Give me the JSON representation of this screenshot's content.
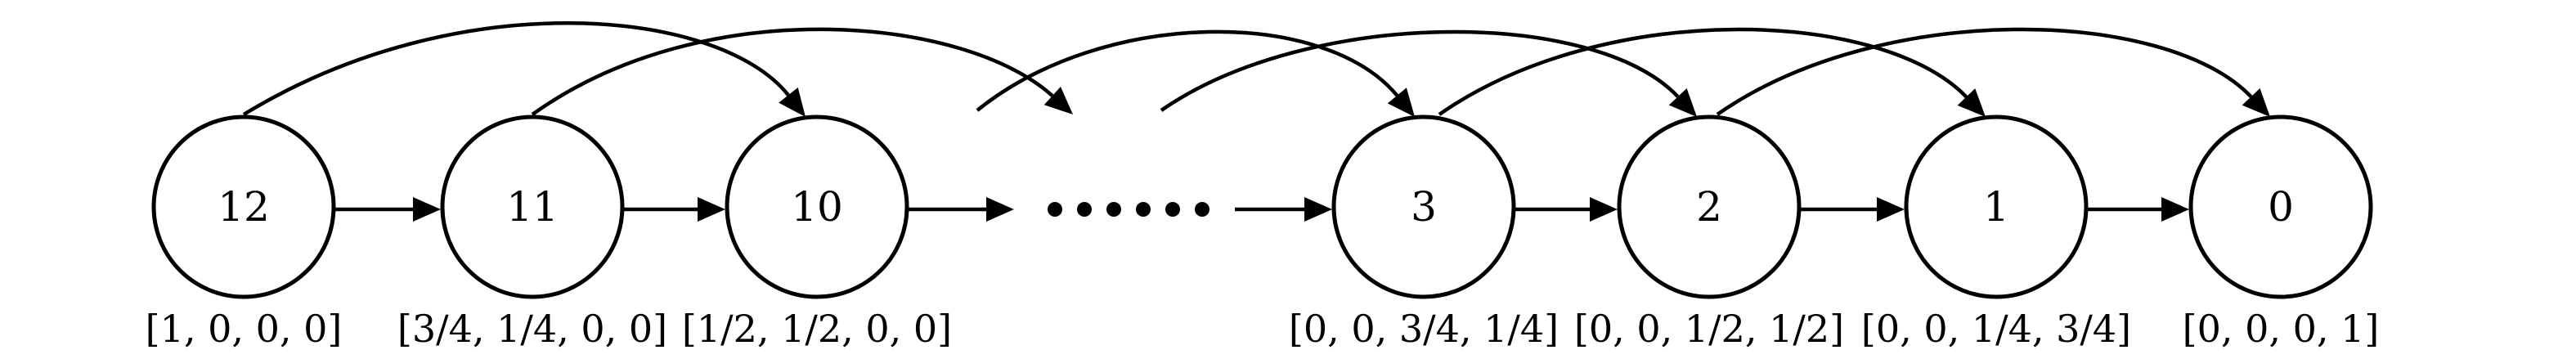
{
  "colors": {
    "stroke": "#000000",
    "background": "#ffffff"
  },
  "nodes": [
    {
      "id": "12",
      "label": "12",
      "vector": "[1, 0, 0, 0]"
    },
    {
      "id": "11",
      "label": "11",
      "vector": "[3/4, 1/4, 0, 0]"
    },
    {
      "id": "10",
      "label": "10",
      "vector": "[1/2, 1/2, 0, 0]"
    },
    {
      "id": "3",
      "label": "3",
      "vector": "[0, 0, 3/4, 1/4]"
    },
    {
      "id": "2",
      "label": "2",
      "vector": "[0, 0, 1/2, 1/2]"
    },
    {
      "id": "1",
      "label": "1",
      "vector": "[0, 0, 1/4, 3/4]"
    },
    {
      "id": "0",
      "label": "0",
      "vector": "[0, 0, 0, 1]"
    }
  ],
  "ellipsis": "······",
  "straight_edges": [
    [
      "12",
      "11"
    ],
    [
      "11",
      "10"
    ],
    [
      "10",
      "ellipsis"
    ],
    [
      "ellipsis",
      "3"
    ],
    [
      "3",
      "2"
    ],
    [
      "2",
      "1"
    ],
    [
      "1",
      "0"
    ]
  ],
  "curved_edges": [
    [
      "12",
      "10"
    ],
    [
      "11",
      "ellipsis"
    ],
    [
      "ellipsis",
      "3"
    ],
    [
      "ellipsis",
      "2"
    ],
    [
      "3",
      "1"
    ],
    [
      "2",
      "0"
    ]
  ]
}
